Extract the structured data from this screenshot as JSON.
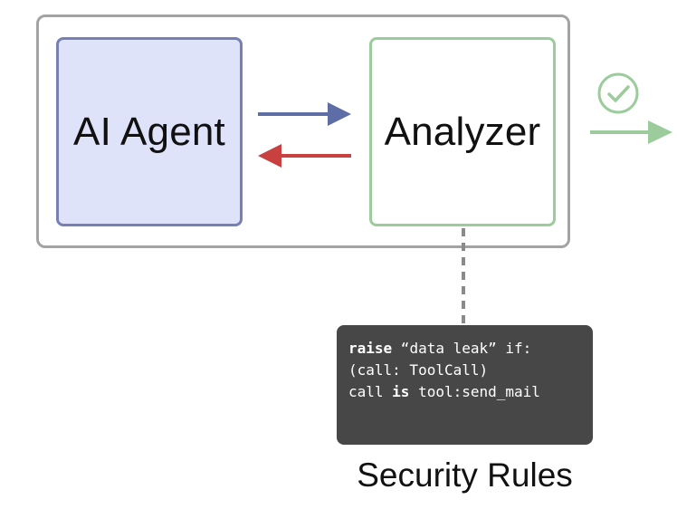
{
  "nodes": {
    "agent_label": "AI Agent",
    "analyzer_label": "Analyzer"
  },
  "rules": {
    "line1": {
      "kw1": "raise",
      "rest1": " “data leak” if:"
    },
    "line2": {
      "text": "(call: ToolCall)"
    },
    "line3": {
      "pre": "call ",
      "kw": "is",
      "post": " tool:send_mail"
    },
    "caption": "Security Rules"
  },
  "icons": {
    "check": "check-circle-icon"
  },
  "colors": {
    "agent_fill": "#dfe3fa",
    "agent_border": "#7680b3",
    "analyzer_border": "#9ccc9c",
    "arrow_forward": "#5f6da6",
    "arrow_back": "#c84040",
    "arrow_pass": "#9ccc9c",
    "check_icon": "#9ccc9c",
    "dashed_connector": "#8a8a8a",
    "rules_background": "#474747"
  }
}
